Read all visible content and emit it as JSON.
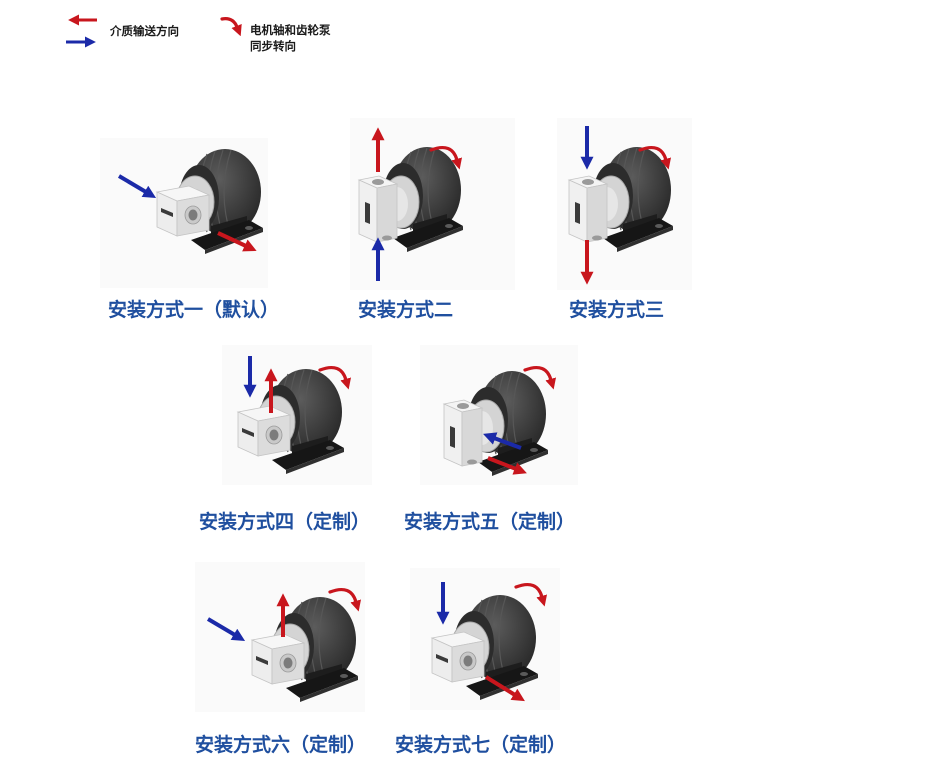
{
  "legend": {
    "flow_direction_label": "介质输送方向",
    "rotation_label_line1": "电机轴和齿轮泵",
    "rotation_label_line2": "同步转向",
    "icons": [
      "arrow-left-red-icon",
      "arrow-right-blue-icon",
      "curved-arrow-red-icon"
    ]
  },
  "installations": [
    {
      "caption": "安装方式一（默认）"
    },
    {
      "caption": "安装方式二"
    },
    {
      "caption": "安装方式三"
    },
    {
      "caption": "安装方式四（定制）"
    },
    {
      "caption": "安装方式五（定制）"
    },
    {
      "caption": "安装方式六（定制）"
    },
    {
      "caption": "安装方式七（定制）"
    }
  ],
  "colors": {
    "arrow_red": "#c8161d",
    "arrow_blue": "#1b2aa8",
    "caption_text": "#1f4f9f",
    "legend_text": "#1a1a1a"
  }
}
